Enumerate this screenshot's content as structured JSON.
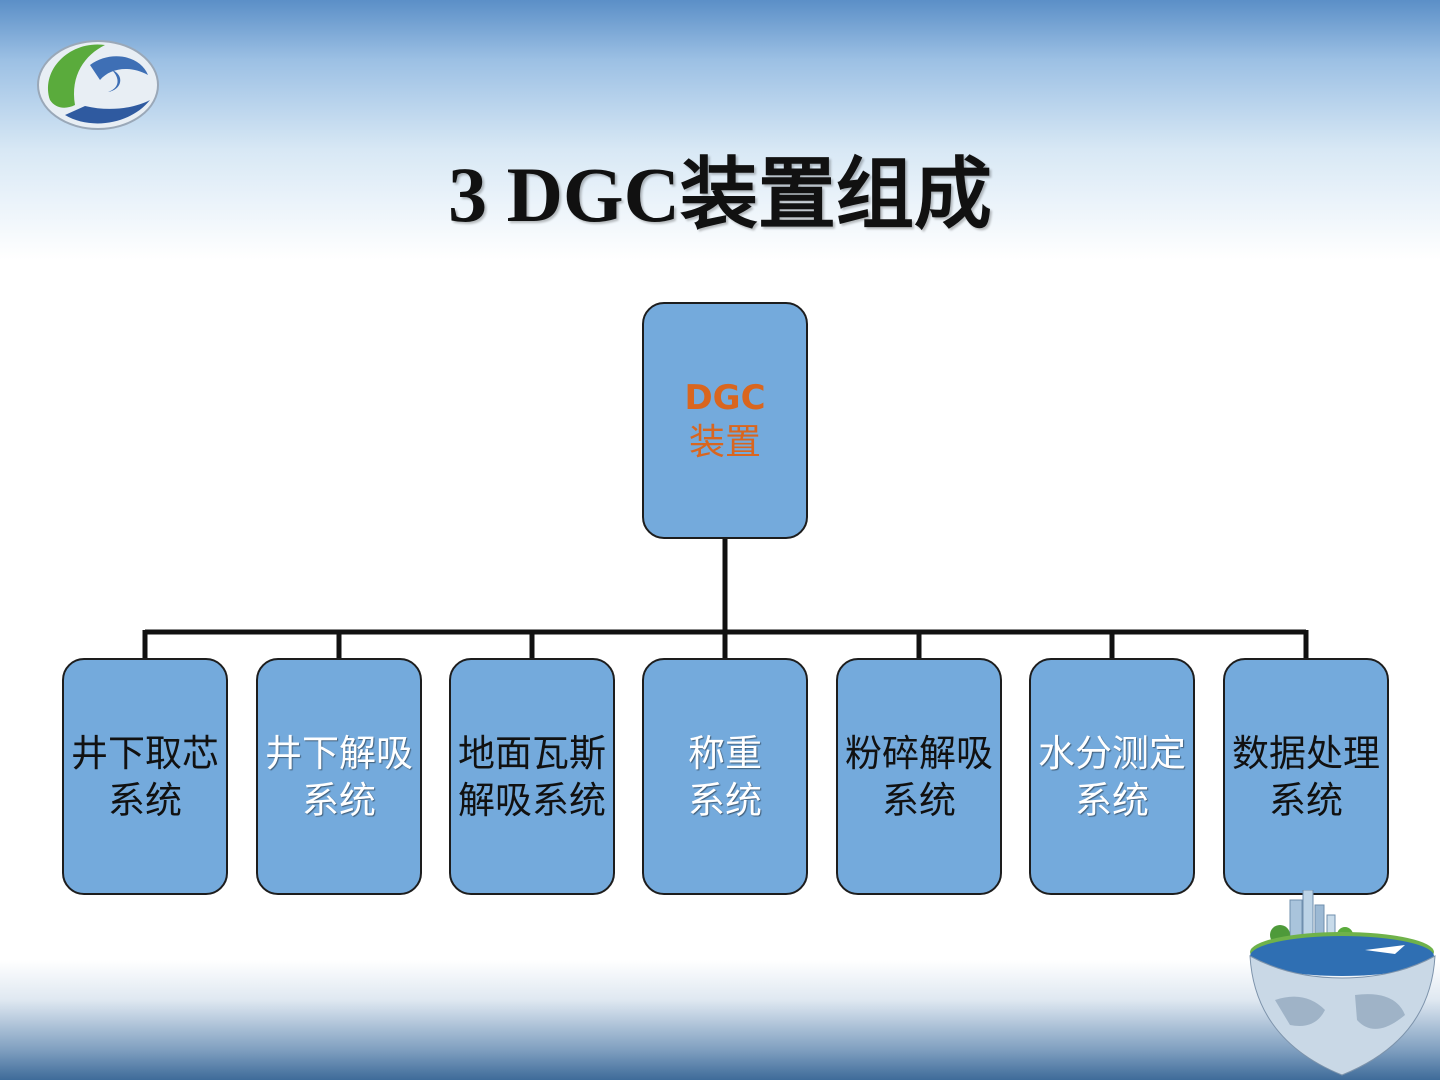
{
  "slide": {
    "title": "3 DGC装置组成"
  },
  "diagram": {
    "root": {
      "line1": "DGC",
      "line2": "装置",
      "text_color": "#d9661f"
    },
    "children": [
      {
        "label": "井下取芯\n系统",
        "text_color": "#111111"
      },
      {
        "label": "井下解吸\n系统",
        "text_color": "#ffffff"
      },
      {
        "label": "地面瓦斯\n解吸系统",
        "text_color": "#111111"
      },
      {
        "label": "称重\n系统",
        "text_color": "#ffffff"
      },
      {
        "label": "粉碎解吸\n系统",
        "text_color": "#111111"
      },
      {
        "label": "水分测定\n系统",
        "text_color": "#ffffff"
      },
      {
        "label": "数据处理\n系统",
        "text_color": "#111111"
      }
    ],
    "box_fill": "#74aadc"
  },
  "decorations": {
    "logo": "company-logo-icon",
    "globe": "globe-city-illustration-icon"
  }
}
